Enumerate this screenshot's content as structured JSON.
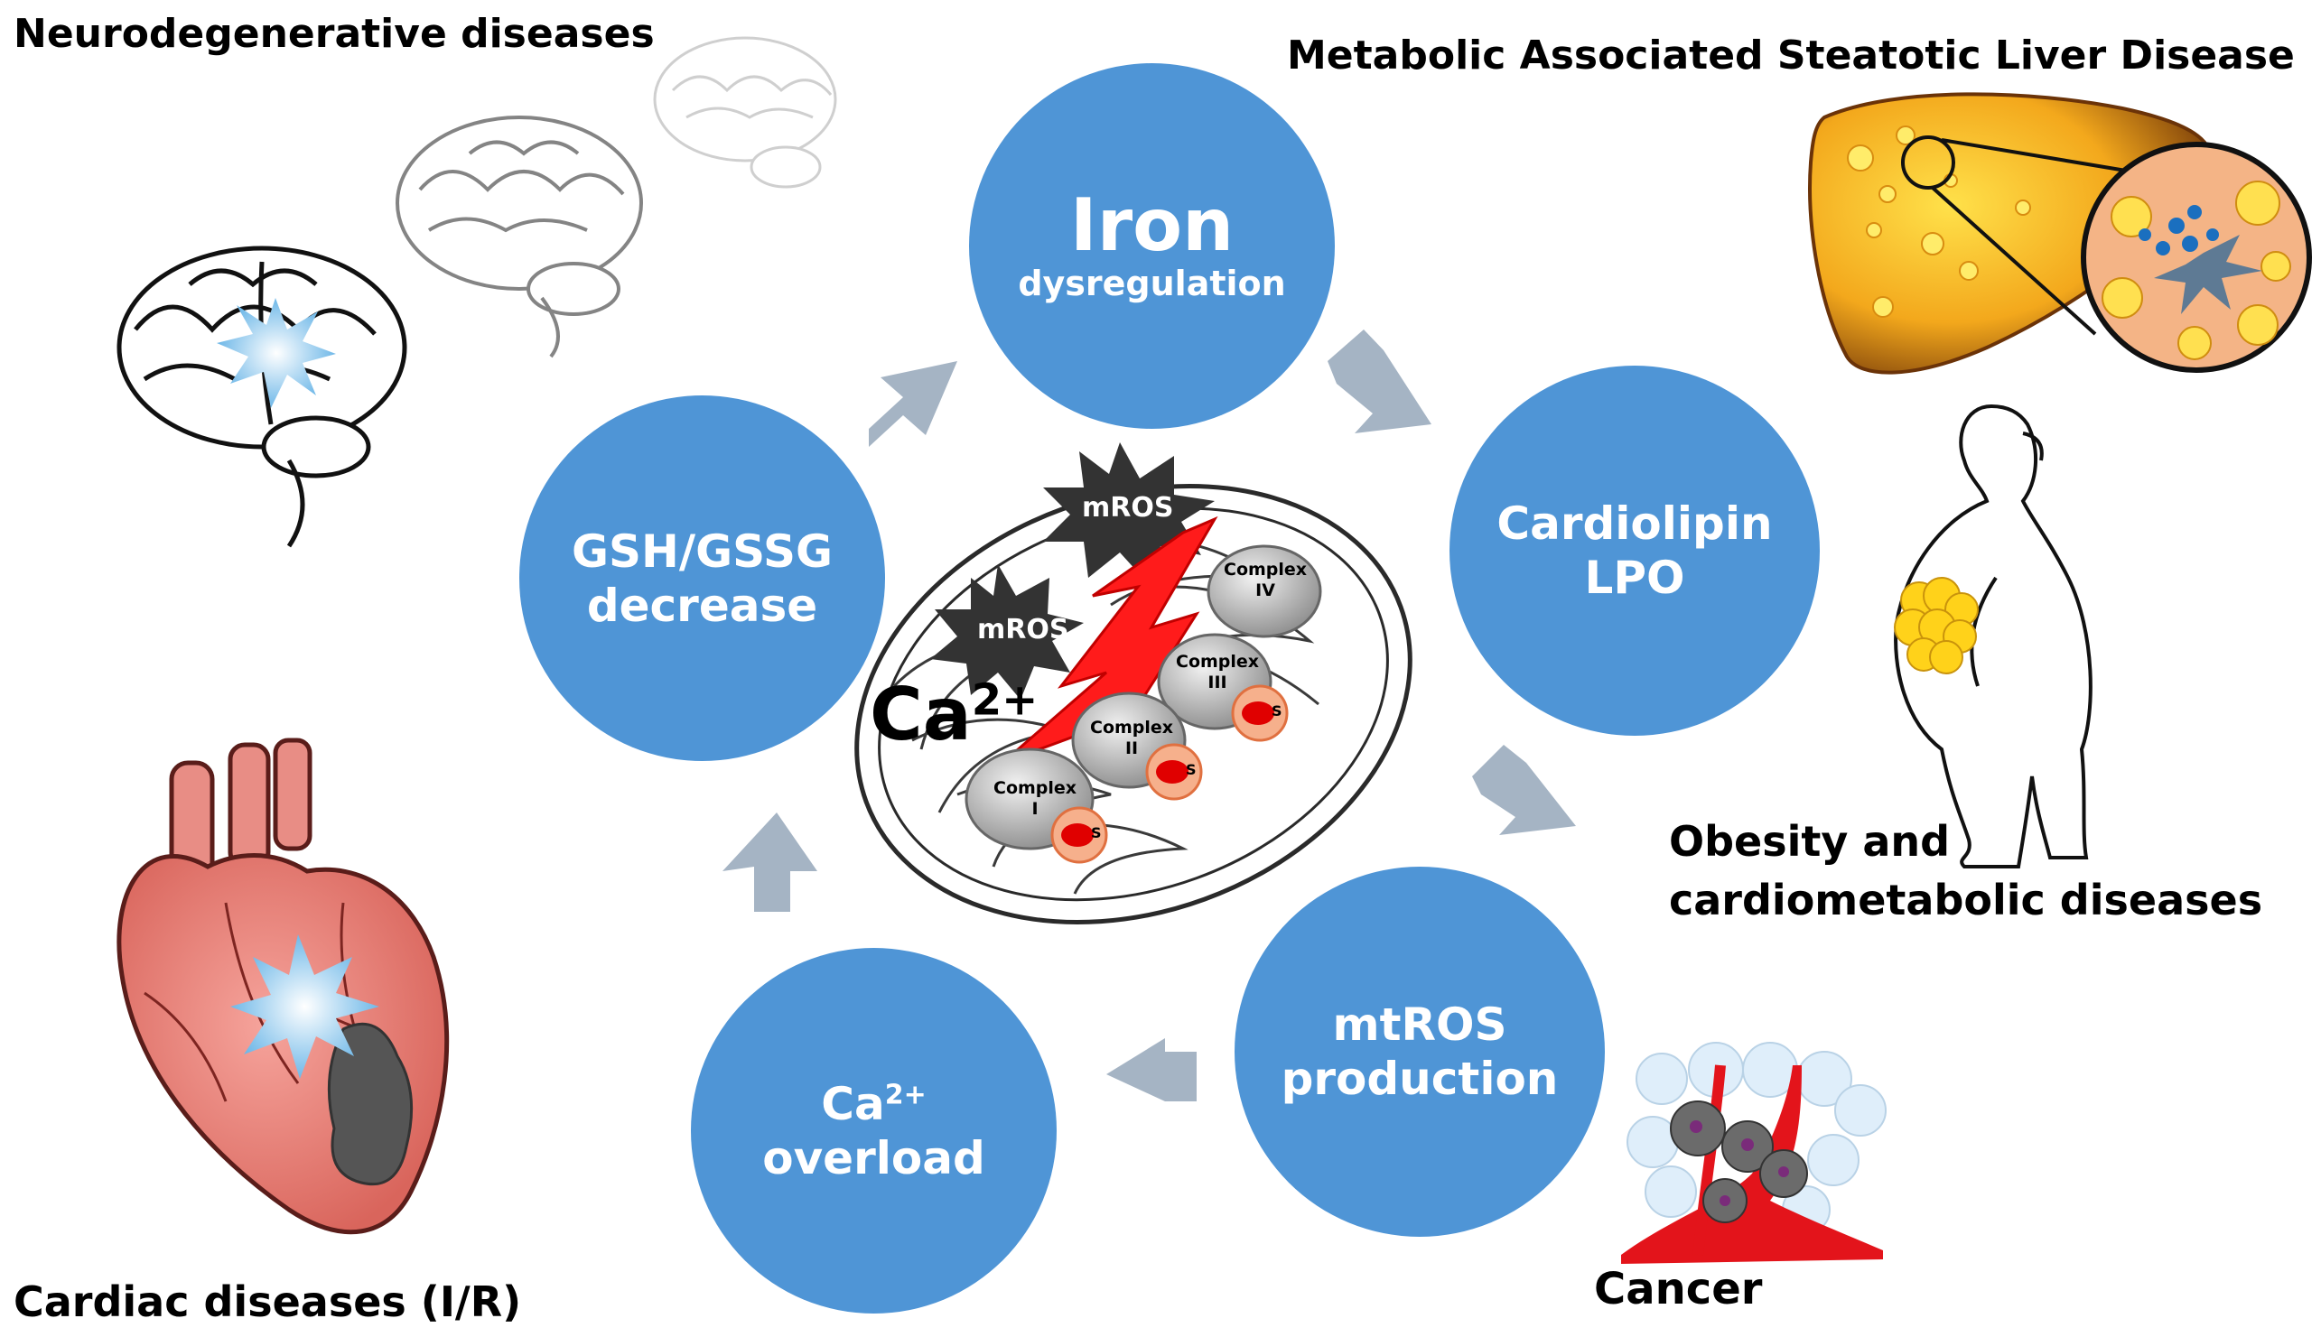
{
  "labels": {
    "neuro": "Neurodegenerative diseases",
    "masld": "Metabolic Associated Steatotic Liver Disease",
    "obesity_1": "Obesity and",
    "obesity_2": "cardiometabolic diseases",
    "cardiac": "Cardiac diseases (I/R)",
    "cancer": "Cancer"
  },
  "cycle": {
    "iron_big": "Iron",
    "iron_small": "dysregulation",
    "cardiolipin_1": "Cardiolipin",
    "cardiolipin_2": "LPO",
    "mtros_1": "mtROS",
    "mtros_2": "production",
    "ca_base": "Ca",
    "ca_sup": "2+",
    "ca_2": "overload",
    "gsh_1": "GSH/GSSG",
    "gsh_2": "decrease"
  },
  "mito": {
    "mros_1": "mROS",
    "mros_2": "mROS",
    "ca_base": "Ca",
    "ca_sup": "2+",
    "complex_word": "Complex",
    "complex_i": "I",
    "complex_ii": "II",
    "complex_iii": "III",
    "complex_iv": "IV",
    "s_label": "S"
  },
  "colors": {
    "circle": "#4f95d6",
    "arrow": "#a5b4c4",
    "lightning": "#ff1b1b",
    "star": "#333333"
  }
}
